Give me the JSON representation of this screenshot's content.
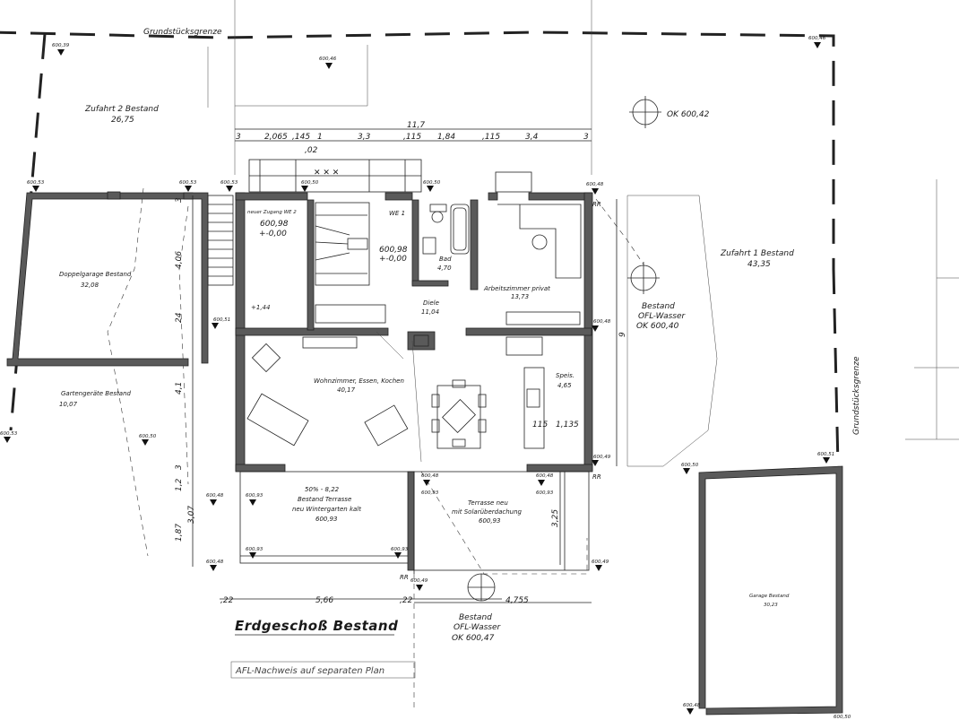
{
  "title": "Erdgeschoß Bestand",
  "note": "AFL-Nachweis auf separaten Plan",
  "boundary_labels": {
    "top": "Grundstücksgrenze",
    "right": "Grundstücksgrenze"
  },
  "rooms": {
    "zufahrt2": {
      "name": "Zufahrt 2 Bestand",
      "area": "26,75"
    },
    "zufahrt1": {
      "name": "Zufahrt 1 Bestand",
      "area": "43,35"
    },
    "doppelgarage": {
      "name": "Doppelgarage Bestand",
      "area": "32,08"
    },
    "gartengeraete": {
      "name": "Gartengeräte Bestand",
      "area": "10,07"
    },
    "zugang_we2": {
      "name": "neuer Zugang WE 2",
      "level": "600,98",
      "rel": "+-0,00"
    },
    "we1": {
      "name": "WE 1",
      "level": "600,98",
      "rel": "+-0,00"
    },
    "bad": {
      "name": "Bad",
      "area": "4,70"
    },
    "arbeitszimmer": {
      "name": "Arbeitszimmer privat",
      "area": "13,73"
    },
    "diele": {
      "name": "Diele",
      "area": "11,04"
    },
    "wohnzimmer": {
      "name": "Wohnzimmer, Essen, Kochen",
      "area": "40,17"
    },
    "speis": {
      "name": "Speis.",
      "area": "4,65"
    },
    "bestand_terrasse": {
      "pct": "50% - 8,22",
      "name1": "Bestand Terrasse",
      "name2": "neu Wintergarten kalt",
      "level": "600,93"
    },
    "terrasse_neu": {
      "name1": "Terrasse neu",
      "name2": "mit Solarüberdachung",
      "level": "600,93"
    },
    "garage": {
      "name": "Garage Bestand",
      "area": "30,23"
    }
  },
  "ofl": {
    "right": {
      "l1": "Bestand",
      "l2": "OFL-Wasser",
      "l3": "OK 600,40"
    },
    "bottom": {
      "l1": "Bestand",
      "l2": "OFL-Wasser",
      "l3": "OK 600,47"
    },
    "top": "OK 600,42"
  },
  "levels": {
    "l1": "600,39",
    "l2": "600,46",
    "l3": "600,46",
    "l4": "600,53",
    "l5": "600,53",
    "l6": "600,53",
    "l7": "600,50",
    "l8": "600,50",
    "l9": "600,48",
    "l10": "600,51",
    "l11": "600,48",
    "l12": "600,49",
    "l13": "600,50",
    "l14": "600,51",
    "l15": "600,53",
    "l16": "600,50",
    "l17": "600,48",
    "l18": "600,93",
    "l19": "600,48",
    "l20": "600,93",
    "l21": "600,48",
    "l22": "600,93",
    "l23": "600,48",
    "l24": "600,93",
    "l25": "600,93",
    "l26": "600,49",
    "l27": "600,49",
    "l28": "600,48",
    "l29": "600,50",
    "l30": "+1,44"
  },
  "dims_top": {
    "total": "11,7",
    "d1": "3",
    "d2": "2,065",
    "d3": ",145",
    "d4": "1",
    "d5": "3,3",
    "d6": ",115",
    "d7": "1,84",
    "d8": ",115",
    "d9": "3,4",
    "d10": "3",
    "d11": ",02"
  },
  "dims_left": {
    "a": "3",
    "b": "4,06",
    "c": "24",
    "d": "4,1",
    "e": "3",
    "f": "1,2",
    "g": "1,87",
    "h": "3,07"
  },
  "dims_bottom": {
    "a": ",22",
    "b": "5,66",
    "c": ",22",
    "d": "4,755"
  },
  "dims_misc": {
    "right9": "9",
    "t325": "3,25",
    "k115": "115",
    "k1135": "1,135"
  },
  "marks": {
    "rr": "RR"
  }
}
